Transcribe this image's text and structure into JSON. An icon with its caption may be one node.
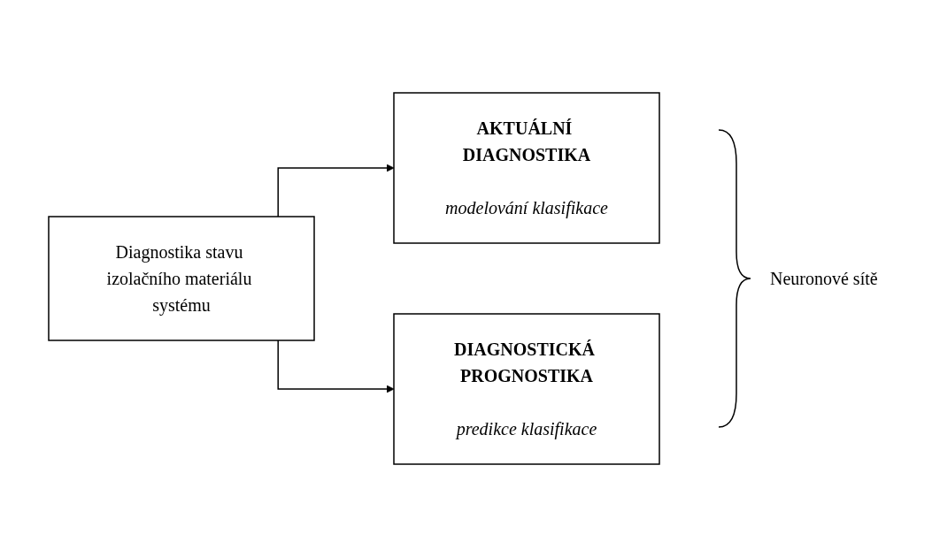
{
  "diagram": {
    "nodes": [
      {
        "text": [
          "Diagnostika stavu izolačního materiálu systému"
        ]
      },
      {
        "text": [
          "AKTUÁLNÍ DIAGNOSTIKA",
          "modelování klasifikace"
        ]
      },
      {
        "text": [
          "DIAGNOSTICKÁ PROGNOSTIKA",
          "predikce klasifikace"
        ]
      }
    ],
    "edges": [
      {
        "from": 0,
        "to": 1,
        "arrow": "to"
      },
      {
        "from": 0,
        "to": 2,
        "arrow": "to"
      }
    ],
    "labels": [
      "Neuronové sítě"
    ]
  }
}
